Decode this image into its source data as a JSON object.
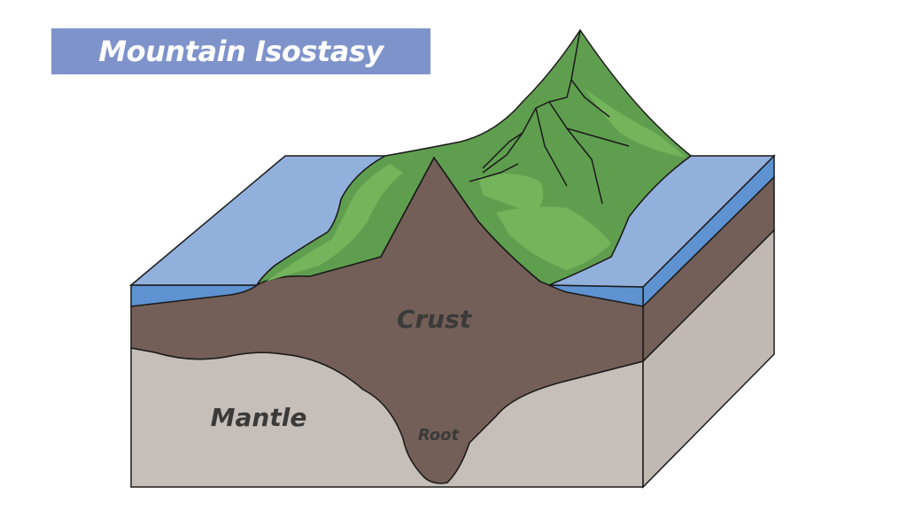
{
  "title": "Mountain Isostasy",
  "labels": {
    "crust": "Crust",
    "mantle": "Mantle",
    "root": "Root"
  },
  "colors": {
    "title_banner": "#7f93cb",
    "ocean_top": "#92b0dc",
    "ocean_edge": "#5e92d0",
    "crust": "#735f57",
    "mantle": "#c6beb8",
    "mantle_side": "#c0b8b2",
    "mountain_green": "#609e4f",
    "mountain_light": "#74b45a",
    "outline": "#1a1a1a"
  }
}
